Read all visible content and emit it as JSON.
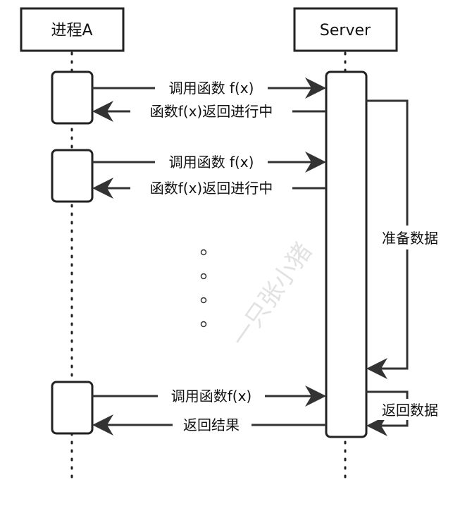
{
  "actors": {
    "process_a": "进程A",
    "server": "Server"
  },
  "messages": {
    "call_1": "调用函数 f(x)",
    "return_1": "函数f(x)返回进行中",
    "call_2": "调用函数 f(x)",
    "return_2": "函数f(x)返回进行中",
    "call_3": "调用函数f(x)",
    "return_3": "返回结果"
  },
  "self_calls": {
    "prepare": "准备数据",
    "return_data": "返回数据"
  },
  "watermark": "一只张小猪",
  "colors": {
    "stroke": "#222222",
    "arrow": "#333333",
    "watermark": "#e2e2e2"
  }
}
